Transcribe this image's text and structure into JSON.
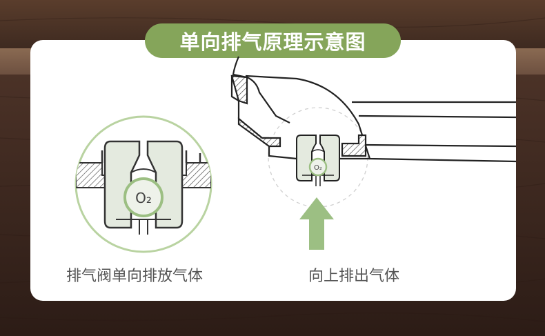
{
  "title": "单向排气原理示意图",
  "zoom_label": "O₂",
  "valve_label": "O₂",
  "caption_left": "排气阀单向排放气体",
  "caption_right": "向上排出气体",
  "colors": {
    "accent_green": "#85a55a",
    "arrow_green": "#9cbf83",
    "wood_dark": "#4a3226",
    "card": "#ffffff"
  }
}
